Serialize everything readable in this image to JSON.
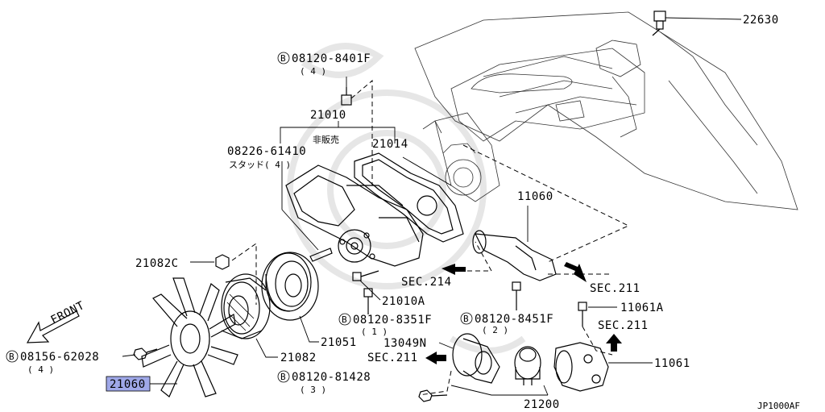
{
  "parts": [
    {
      "key": "22630",
      "text": "22630"
    },
    {
      "key": "b1",
      "text": "08120-8401F",
      "qty": "( 4 )"
    },
    {
      "key": "21010",
      "text": "21010"
    },
    {
      "key": "hihanbai",
      "text": "非販売"
    },
    {
      "key": "21014",
      "text": "21014"
    },
    {
      "key": "08226",
      "text": "08226-61410"
    },
    {
      "key": "stud",
      "text": "スタッド( 4 )"
    },
    {
      "key": "11060",
      "text": "11060"
    },
    {
      "key": "21082C",
      "text": "21082C"
    },
    {
      "key": "sec214",
      "text": "SEC.214"
    },
    {
      "key": "21010A",
      "text": "21010A"
    },
    {
      "key": "sec211a",
      "text": "SEC.211"
    },
    {
      "key": "b2",
      "text": "08120-8351F",
      "qty": "( 1 )"
    },
    {
      "key": "b3",
      "text": "08120-8451F",
      "qty": "( 2 )"
    },
    {
      "key": "11061A",
      "text": "11061A"
    },
    {
      "key": "sec211b",
      "text": "SEC.211"
    },
    {
      "key": "front",
      "text": "FRONT"
    },
    {
      "key": "21051",
      "text": "21051"
    },
    {
      "key": "13049N",
      "text": "13049N"
    },
    {
      "key": "sec211c",
      "text": "SEC.211"
    },
    {
      "key": "b4",
      "text": "08156-62028",
      "qty": "( 4 )"
    },
    {
      "key": "21082",
      "text": "21082"
    },
    {
      "key": "11061",
      "text": "11061"
    },
    {
      "key": "21060",
      "text": "21060"
    },
    {
      "key": "b5",
      "text": "08120-81428",
      "qty": "( 3 )"
    },
    {
      "key": "21200",
      "text": "21200"
    },
    {
      "key": "ref",
      "text": "JP1000AF"
    }
  ],
  "bolt_marker": "B",
  "highlight_color": "#9fa8e8"
}
